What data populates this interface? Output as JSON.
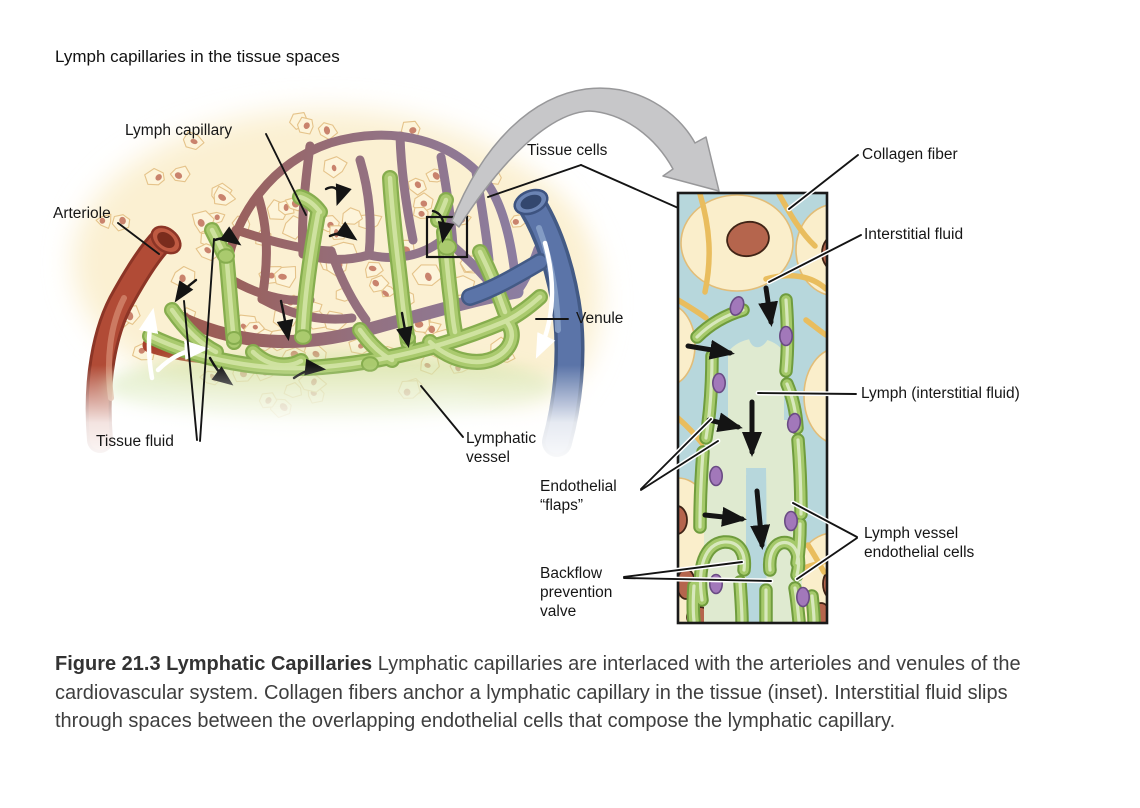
{
  "title": "Lymph capillaries in the tissue spaces",
  "labels": {
    "lymph_capillary": "Lymph capillary",
    "arteriole": "Arteriole",
    "tissue_cells": "Tissue cells",
    "venule": "Venule",
    "tissue_fluid": "Tissue fluid",
    "lymphatic_vessel": "Lymphatic\nvessel",
    "endothelial_flaps": "Endothelial\n“flaps”",
    "backflow_prevention_valve": "Backflow\nprevention\nvalve",
    "collagen_fiber": "Collagen fiber",
    "interstitial_fluid": "Interstitial fluid",
    "lymph_interstitial_fluid": "Lymph (interstitial fluid)",
    "lymph_vessel_endothelial_cells": "Lymph vessel\nendothelial cells"
  },
  "caption": {
    "bold": "Figure 21.3 Lymphatic Capillaries",
    "text": " Lymphatic capillaries are interlaced with the arterioles and venules of the cardiovascular system. Collagen fibers anchor a lymphatic capillary in the tissue (inset). Interstitial fluid slips through spaces between the overlapping endothelial cells that compose the lymphatic capillary."
  },
  "colors": {
    "arteriole_red": "#b14b36",
    "venule_blue": "#5b74a8",
    "lymph_capillary_green": "#a8c968",
    "capillary_network_left": "#9c5a50",
    "capillary_network_right": "#8b7ea2",
    "tissue_cell_fill": "#fdf4da",
    "tissue_cell_nucleus": "#c9836d",
    "interstitial_fluid_blue": "#b7d7dc",
    "collagen_fiber_yellow": "#e9bd5e",
    "endothelial_cell_green": "#a5c96a",
    "inset_cell_nucleus": "#b5654d",
    "endothelial_nucleus_purple": "#a278ba",
    "magnifier_arrow_gray": "#c7c7c9"
  }
}
